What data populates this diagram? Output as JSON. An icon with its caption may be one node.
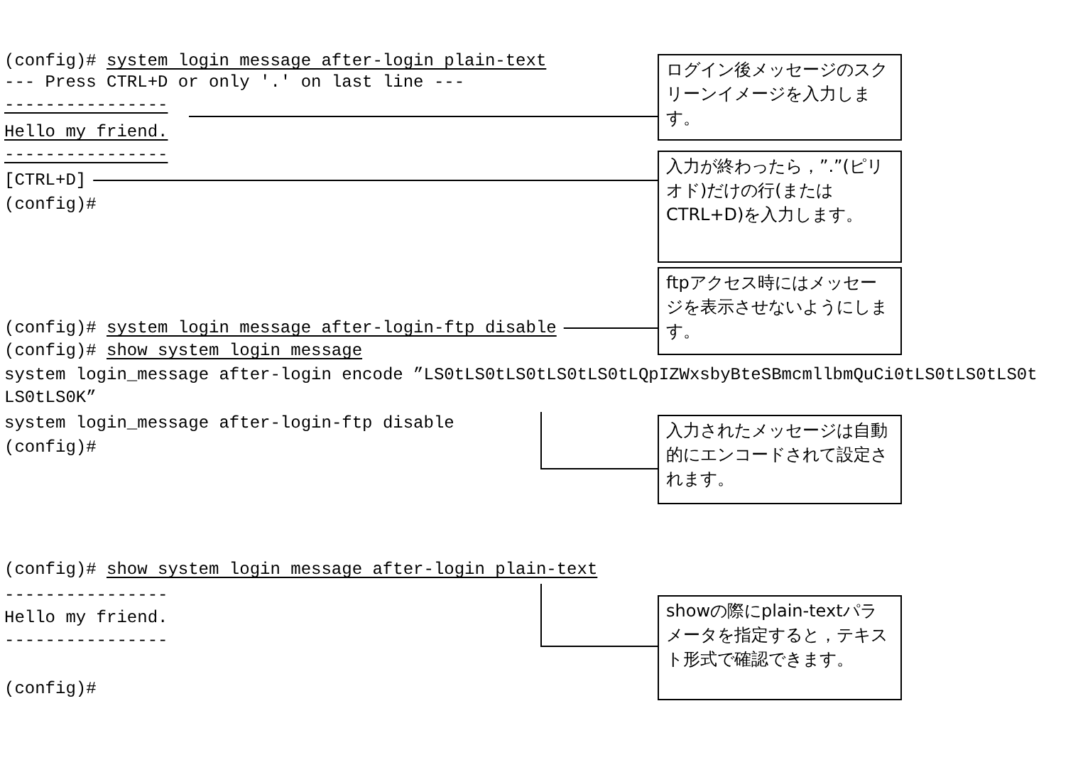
{
  "diagram": {
    "nodes": [
      {
        "text": [
          "ログイン後メッセージのスクリーンイメージを入力します。"
        ]
      },
      {
        "text": [
          "[CTRL+D]"
        ]
      },
      {
        "text": [
          "入力が終わったら，”.”(ピリオド)だけの行(またはCTRL+D)を入力します。"
        ]
      },
      {
        "text": [
          "system login message after-login-ftp disable"
        ]
      },
      {
        "text": [
          "ftpアクセス時にはメッセージを表示させないようにします。"
        ]
      },
      {
        "text": [
          "system login_message after-login encode ”LS0tLS0tLS0tLS0tLS0tLQpIZWxsbyBteSBmcmllbmQuCi0tLS0tLS0tLS0tLS0tLS0K”"
        ]
      },
      {
        "text": [
          "入力されたメッセージは自動的にエンコードされて設定されます。"
        ]
      },
      {
        "text": [
          "show system login message after-login plain-text"
        ]
      },
      {
        "text": [
          "showの際にplain-textパラメータを指定すると，テキスト形式で確認できます。"
        ]
      }
    ],
    "edges": [
      {
        "from": 0,
        "to": null,
        "arrow": "none"
      },
      {
        "from": 2,
        "to": 1,
        "arrow": "none"
      },
      {
        "from": 4,
        "to": 3,
        "arrow": "none"
      },
      {
        "from": 6,
        "to": 5,
        "arrow": "none"
      },
      {
        "from": 8,
        "to": 7,
        "arrow": "none"
      }
    ],
    "labels": [
      "(config)#",
      "system login message after-login plain-text",
      "--- Press CTRL+D or only '.' on last line ---",
      "----------------",
      "Hello my friend.",
      "----------------",
      "(config)#",
      "(config)#",
      "(config)#",
      "show system login message",
      "system login_message after-login-ftp disable",
      "(config)#",
      "(config)#",
      "----------------",
      "Hello my friend.",
      "----------------",
      "(config)#"
    ]
  }
}
